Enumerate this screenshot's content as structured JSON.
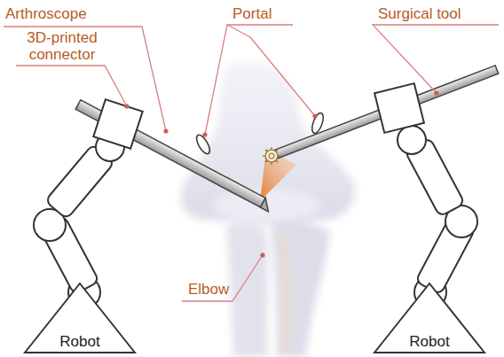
{
  "diagram": {
    "nodes": [
      {
        "text": [
          "Robot"
        ]
      },
      {
        "text": [
          "Robot"
        ]
      }
    ],
    "labels": [
      "Arthroscope",
      "Portal",
      "Surgical tool",
      "3D-printed connector",
      "Elbow"
    ]
  }
}
